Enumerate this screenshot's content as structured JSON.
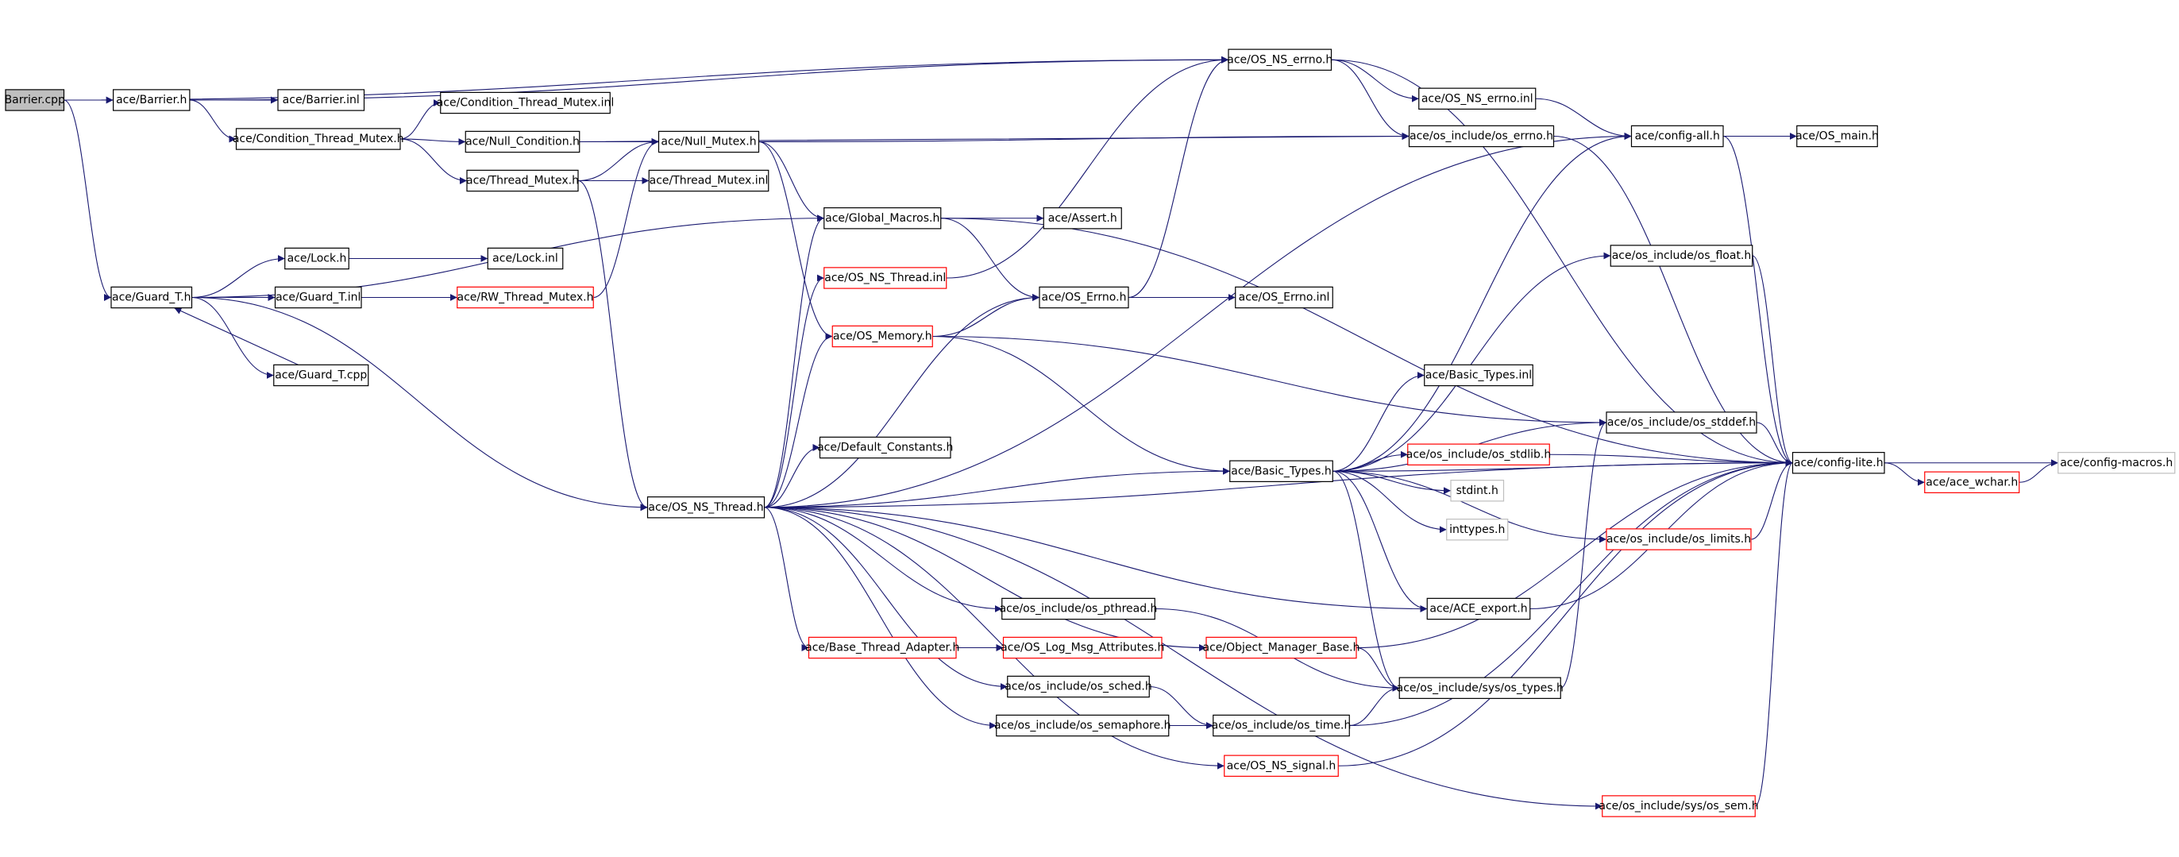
{
  "colors": {
    "edge": "#191970",
    "node_border": "#000000",
    "node_border_incomplete": "#ff0000",
    "node_border_external": "#bfbfbf",
    "root_fill": "#bfbfbf"
  },
  "nodes": [
    {
      "id": "barrier_cpp",
      "label": "Barrier.cpp",
      "kind": "root"
    },
    {
      "id": "barrier_h",
      "label": "ace/Barrier.h",
      "kind": "normal"
    },
    {
      "id": "barrier_inl",
      "label": "ace/Barrier.inl",
      "kind": "normal"
    },
    {
      "id": "cond_thread_mutex_inl",
      "label": "ace/Condition_Thread_Mutex.inl",
      "kind": "normal"
    },
    {
      "id": "cond_thread_mutex_h",
      "label": "ace/Condition_Thread_Mutex.h",
      "kind": "normal"
    },
    {
      "id": "null_condition_h",
      "label": "ace/Null_Condition.h",
      "kind": "normal"
    },
    {
      "id": "null_mutex_h",
      "label": "ace/Null_Mutex.h",
      "kind": "normal"
    },
    {
      "id": "thread_mutex_h",
      "label": "ace/Thread_Mutex.h",
      "kind": "normal"
    },
    {
      "id": "thread_mutex_inl",
      "label": "ace/Thread_Mutex.inl",
      "kind": "normal"
    },
    {
      "id": "global_macros_h",
      "label": "ace/Global_Macros.h",
      "kind": "normal"
    },
    {
      "id": "assert_h",
      "label": "ace/Assert.h",
      "kind": "normal"
    },
    {
      "id": "os_ns_errno_h",
      "label": "ace/OS_NS_errno.h",
      "kind": "normal"
    },
    {
      "id": "os_ns_errno_inl",
      "label": "ace/OS_NS_errno.inl",
      "kind": "normal"
    },
    {
      "id": "os_include_os_errno_h",
      "label": "ace/os_include/os_errno.h",
      "kind": "normal"
    },
    {
      "id": "config_all_h",
      "label": "ace/config-all.h",
      "kind": "normal"
    },
    {
      "id": "os_main_h",
      "label": "ace/OS_main.h",
      "kind": "normal"
    },
    {
      "id": "lock_h",
      "label": "ace/Lock.h",
      "kind": "normal"
    },
    {
      "id": "lock_inl",
      "label": "ace/Lock.inl",
      "kind": "normal"
    },
    {
      "id": "guard_t_h",
      "label": "ace/Guard_T.h",
      "kind": "normal"
    },
    {
      "id": "guard_t_inl",
      "label": "ace/Guard_T.inl",
      "kind": "normal"
    },
    {
      "id": "rw_thread_mutex_h",
      "label": "ace/RW_Thread_Mutex.h",
      "kind": "red"
    },
    {
      "id": "guard_t_cpp",
      "label": "ace/Guard_T.cpp",
      "kind": "normal"
    },
    {
      "id": "os_ns_thread_inl",
      "label": "ace/OS_NS_Thread.inl",
      "kind": "red"
    },
    {
      "id": "os_errno_h",
      "label": "ace/OS_Errno.h",
      "kind": "normal"
    },
    {
      "id": "os_errno_inl",
      "label": "ace/OS_Errno.inl",
      "kind": "normal"
    },
    {
      "id": "os_memory_h",
      "label": "ace/OS_Memory.h",
      "kind": "red"
    },
    {
      "id": "os_include_os_float_h",
      "label": "ace/os_include/os_float.h",
      "kind": "normal"
    },
    {
      "id": "basic_types_inl",
      "label": "ace/Basic_Types.inl",
      "kind": "normal"
    },
    {
      "id": "os_include_os_stddef_h",
      "label": "ace/os_include/os_stddef.h",
      "kind": "normal"
    },
    {
      "id": "default_constants_h",
      "label": "ace/Default_Constants.h",
      "kind": "normal"
    },
    {
      "id": "os_include_os_stdlib_h",
      "label": "ace/os_include/os_stdlib.h",
      "kind": "red"
    },
    {
      "id": "config_lite_h",
      "label": "ace/config-lite.h",
      "kind": "normal"
    },
    {
      "id": "config_macros_h",
      "label": "ace/config-macros.h",
      "kind": "gray"
    },
    {
      "id": "os_ns_thread_h",
      "label": "ace/OS_NS_Thread.h",
      "kind": "normal"
    },
    {
      "id": "basic_types_h",
      "label": "ace/Basic_Types.h",
      "kind": "normal"
    },
    {
      "id": "ace_wchar_h",
      "label": "ace/ace_wchar.h",
      "kind": "red"
    },
    {
      "id": "stdint_h",
      "label": "stdint.h",
      "kind": "gray"
    },
    {
      "id": "inttypes_h",
      "label": "inttypes.h",
      "kind": "gray"
    },
    {
      "id": "os_include_os_limits_h",
      "label": "ace/os_include/os_limits.h",
      "kind": "red"
    },
    {
      "id": "os_include_os_pthread_h",
      "label": "ace/os_include/os_pthread.h",
      "kind": "normal"
    },
    {
      "id": "ace_export_h",
      "label": "ace/ACE_export.h",
      "kind": "normal"
    },
    {
      "id": "base_thread_adapter_h",
      "label": "ace/Base_Thread_Adapter.h",
      "kind": "red"
    },
    {
      "id": "os_log_msg_attributes_h",
      "label": "ace/OS_Log_Msg_Attributes.h",
      "kind": "red"
    },
    {
      "id": "object_manager_base_h",
      "label": "ace/Object_Manager_Base.h",
      "kind": "red"
    },
    {
      "id": "os_include_os_sched_h",
      "label": "ace/os_include/os_sched.h",
      "kind": "normal"
    },
    {
      "id": "os_include_sys_os_types_h",
      "label": "ace/os_include/sys/os_types.h",
      "kind": "normal"
    },
    {
      "id": "os_include_os_semaphore_h",
      "label": "ace/os_include/os_semaphore.h",
      "kind": "normal"
    },
    {
      "id": "os_include_os_time_h",
      "label": "ace/os_include/os_time.h",
      "kind": "normal"
    },
    {
      "id": "os_ns_signal_h",
      "label": "ace/OS_NS_signal.h",
      "kind": "red"
    },
    {
      "id": "os_include_sys_os_sem_h",
      "label": "ace/os_include/sys/os_sem.h",
      "kind": "red"
    }
  ],
  "edges": [
    [
      "barrier_cpp",
      "barrier_h"
    ],
    [
      "barrier_cpp",
      "os_ns_errno_h"
    ],
    [
      "barrier_cpp",
      "guard_t_h"
    ],
    [
      "barrier_h",
      "barrier_inl"
    ],
    [
      "barrier_h",
      "cond_thread_mutex_h"
    ],
    [
      "barrier_h",
      "os_ns_errno_h"
    ],
    [
      "cond_thread_mutex_h",
      "cond_thread_mutex_inl"
    ],
    [
      "cond_thread_mutex_h",
      "null_condition_h"
    ],
    [
      "cond_thread_mutex_h",
      "thread_mutex_h"
    ],
    [
      "null_condition_h",
      "null_mutex_h"
    ],
    [
      "null_condition_h",
      "os_include_os_errno_h"
    ],
    [
      "thread_mutex_h",
      "thread_mutex_inl"
    ],
    [
      "thread_mutex_h",
      "null_mutex_h"
    ],
    [
      "thread_mutex_h",
      "os_ns_thread_h"
    ],
    [
      "null_mutex_h",
      "global_macros_h"
    ],
    [
      "null_mutex_h",
      "os_include_os_errno_h"
    ],
    [
      "null_mutex_h",
      "os_memory_h"
    ],
    [
      "global_macros_h",
      "assert_h"
    ],
    [
      "global_macros_h",
      "os_errno_h"
    ],
    [
      "global_macros_h",
      "config_lite_h"
    ],
    [
      "os_ns_errno_h",
      "os_ns_errno_inl"
    ],
    [
      "os_ns_errno_h",
      "os_include_os_errno_h"
    ],
    [
      "os_ns_errno_h",
      "config_lite_h"
    ],
    [
      "os_ns_errno_inl",
      "config_all_h"
    ],
    [
      "os_include_os_errno_h",
      "config_lite_h"
    ],
    [
      "config_all_h",
      "os_main_h"
    ],
    [
      "config_all_h",
      "config_lite_h"
    ],
    [
      "guard_t_h",
      "lock_h"
    ],
    [
      "guard_t_h",
      "guard_t_inl"
    ],
    [
      "guard_t_h",
      "global_macros_h"
    ],
    [
      "guard_t_h",
      "guard_t_cpp"
    ],
    [
      "guard_t_h",
      "os_ns_thread_h"
    ],
    [
      "lock_h",
      "lock_inl"
    ],
    [
      "guard_t_inl",
      "rw_thread_mutex_h"
    ],
    [
      "rw_thread_mutex_h",
      "null_mutex_h"
    ],
    [
      "guard_t_cpp",
      "guard_t_h"
    ],
    [
      "os_ns_thread_inl",
      "os_ns_errno_h"
    ],
    [
      "os_errno_h",
      "os_errno_inl"
    ],
    [
      "os_errno_h",
      "os_ns_errno_h"
    ],
    [
      "os_memory_h",
      "os_errno_h"
    ],
    [
      "os_memory_h",
      "basic_types_h"
    ],
    [
      "os_memory_h",
      "os_include_os_stddef_h"
    ],
    [
      "os_include_os_float_h",
      "config_lite_h"
    ],
    [
      "os_include_os_stddef_h",
      "config_lite_h"
    ],
    [
      "os_include_os_stdlib_h",
      "config_lite_h"
    ],
    [
      "config_lite_h",
      "config_macros_h"
    ],
    [
      "config_lite_h",
      "ace_wchar_h"
    ],
    [
      "ace_wchar_h",
      "config_macros_h"
    ],
    [
      "os_include_os_limits_h",
      "config_lite_h"
    ],
    [
      "ace_export_h",
      "config_lite_h"
    ],
    [
      "object_manager_base_h",
      "config_lite_h"
    ],
    [
      "os_ns_signal_h",
      "config_lite_h"
    ],
    [
      "os_include_sys_os_sem_h",
      "config_lite_h"
    ],
    [
      "os_include_sys_os_types_h",
      "os_include_os_stddef_h"
    ],
    [
      "basic_types_h",
      "config_all_h"
    ],
    [
      "basic_types_h",
      "os_include_os_float_h"
    ],
    [
      "basic_types_h",
      "basic_types_inl"
    ],
    [
      "basic_types_h",
      "os_include_os_stddef_h"
    ],
    [
      "basic_types_h",
      "os_include_os_stdlib_h"
    ],
    [
      "basic_types_h",
      "config_lite_h"
    ],
    [
      "basic_types_h",
      "stdint_h"
    ],
    [
      "basic_types_h",
      "inttypes_h"
    ],
    [
      "basic_types_h",
      "os_include_os_limits_h"
    ],
    [
      "basic_types_h",
      "ace_export_h"
    ],
    [
      "basic_types_h",
      "os_include_sys_os_types_h"
    ],
    [
      "os_ns_thread_h",
      "global_macros_h"
    ],
    [
      "os_ns_thread_h",
      "os_ns_thread_inl"
    ],
    [
      "os_ns_thread_h",
      "os_memory_h"
    ],
    [
      "os_ns_thread_h",
      "default_constants_h"
    ],
    [
      "os_ns_thread_h",
      "basic_types_h"
    ],
    [
      "os_ns_thread_h",
      "config_all_h"
    ],
    [
      "os_ns_thread_h",
      "os_include_os_pthread_h"
    ],
    [
      "os_ns_thread_h",
      "ace_export_h"
    ],
    [
      "os_ns_thread_h",
      "base_thread_adapter_h"
    ],
    [
      "os_ns_thread_h",
      "object_manager_base_h"
    ],
    [
      "os_ns_thread_h",
      "os_include_os_sched_h"
    ],
    [
      "os_ns_thread_h",
      "os_include_os_semaphore_h"
    ],
    [
      "os_ns_thread_h",
      "os_ns_signal_h"
    ],
    [
      "os_ns_thread_h",
      "os_include_sys_os_sem_h"
    ],
    [
      "os_ns_thread_h",
      "config_lite_h"
    ],
    [
      "os_ns_thread_h",
      "os_errno_h"
    ],
    [
      "base_thread_adapter_h",
      "os_log_msg_attributes_h"
    ],
    [
      "object_manager_base_h",
      "os_include_sys_os_types_h"
    ],
    [
      "os_include_os_pthread_h",
      "os_include_sys_os_types_h"
    ],
    [
      "os_include_os_sched_h",
      "os_include_os_time_h"
    ],
    [
      "os_include_os_semaphore_h",
      "os_include_os_time_h"
    ],
    [
      "os_include_os_time_h",
      "os_include_sys_os_types_h"
    ],
    [
      "os_include_os_time_h",
      "config_lite_h"
    ]
  ]
}
